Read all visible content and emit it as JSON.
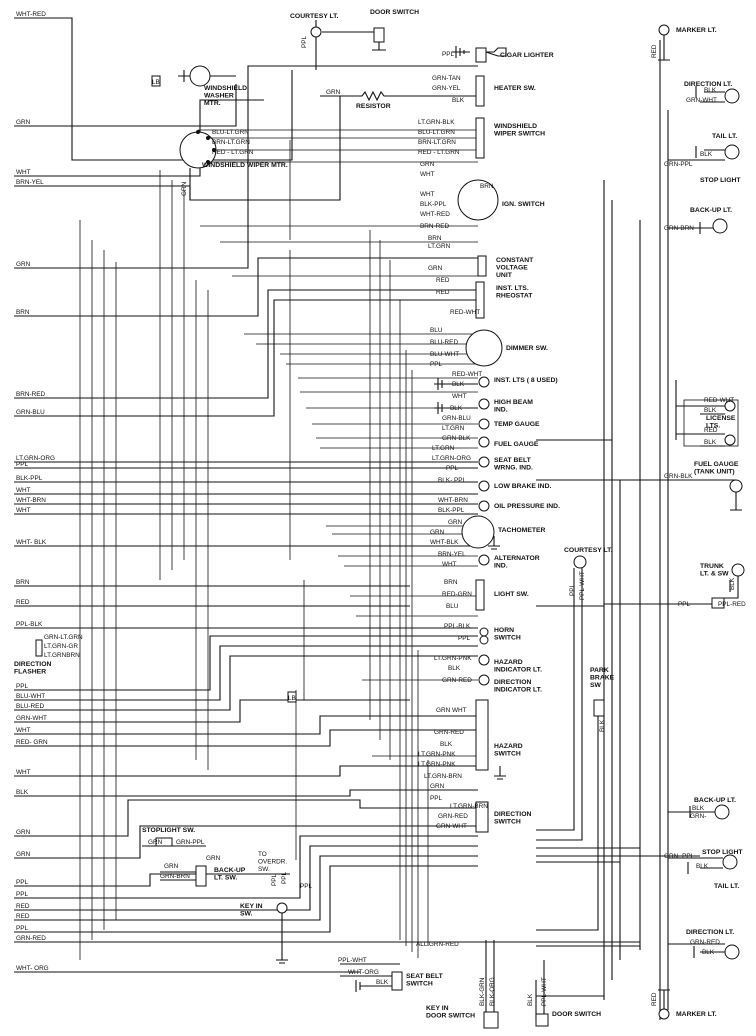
{
  "left_wires": [
    {
      "label": "WHT-RED",
      "id": "w-wht-red-top"
    },
    {
      "label": "GRN",
      "id": "w-grn-1"
    },
    {
      "label": "WHT",
      "id": "w-wht-1"
    },
    {
      "label": "BRN-YEL",
      "id": "w-brn-yel"
    },
    {
      "label": "GRN",
      "id": "w-grn-2"
    },
    {
      "label": "BRN",
      "id": "w-brn-1"
    },
    {
      "label": "BRN-RED",
      "id": "w-brn-red"
    },
    {
      "label": "GRN-BLU",
      "id": "w-grn-blu"
    },
    {
      "label": "LT.GRN-ORG",
      "id": "w-ltgrn-org"
    },
    {
      "label": "PPL",
      "id": "w-ppl-1"
    },
    {
      "label": "BLK-PPL",
      "id": "w-blk-ppl"
    },
    {
      "label": "WHT",
      "id": "w-wht-2"
    },
    {
      "label": "WHT-BRN",
      "id": "w-wht-brn"
    },
    {
      "label": "WHT",
      "id": "w-wht-3"
    },
    {
      "label": "WHT- BLK",
      "id": "w-wht-blk"
    },
    {
      "label": "BRN",
      "id": "w-brn-2"
    },
    {
      "label": "RED",
      "id": "w-red-1"
    },
    {
      "label": "PPL-BLK",
      "id": "w-ppl-blk"
    },
    {
      "label": "PPL",
      "id": "w-ppl-2"
    },
    {
      "label": "BLU-WHT",
      "id": "w-blu-wht"
    },
    {
      "label": "BLU-RED",
      "id": "w-blu-red"
    },
    {
      "label": "GRN-WHT",
      "id": "w-grn-wht"
    },
    {
      "label": "WHT",
      "id": "w-wht-4"
    },
    {
      "label": "RED- GRN",
      "id": "w-red-grn"
    },
    {
      "label": "WHT",
      "id": "w-wht-5"
    },
    {
      "label": "BLK",
      "id": "w-blk-1"
    },
    {
      "label": "GRN",
      "id": "w-grn-3"
    },
    {
      "label": "GRN",
      "id": "w-grn-4"
    },
    {
      "label": "PPL",
      "id": "w-ppl-3"
    },
    {
      "label": "PPL",
      "id": "w-ppl-4"
    },
    {
      "label": "RED",
      "id": "w-red-2"
    },
    {
      "label": "RED",
      "id": "w-red-3"
    },
    {
      "label": "PPL",
      "id": "w-ppl-5"
    },
    {
      "label": "GRN-RED",
      "id": "w-grn-red"
    },
    {
      "label": "WHT- ORG",
      "id": "w-wht-org"
    }
  ],
  "direction_flasher": {
    "label": "DIRECTION\nFLASHER",
    "wires": [
      "GRN-LT.GRN",
      "LT.GRN-GR",
      "LT.GRNBRN"
    ]
  },
  "center_components": [
    {
      "label": "CIGAR LIGHTER",
      "wires": [
        "PPL"
      ]
    },
    {
      "label": "HEATER SW.",
      "wires": [
        "GRN-TAN",
        "GRN-YEL",
        "BLK"
      ]
    },
    {
      "label": "WINDSHIELD\nWIPER SWITCH",
      "wires": [
        "LT.GRN-BLK",
        "BLU-LT.GRN",
        "BRN-LT.GRN",
        "RED - LT.GRN"
      ]
    },
    {
      "label": "IGN. SWITCH",
      "wires": [
        "GRN",
        "WHT",
        "WHT",
        "BLK-PPL",
        "WHT-RED",
        "BRN-RED",
        "BRN"
      ]
    },
    {
      "label": "CONSTANT\nVOLTAGE\nUNIT",
      "wires": [
        "BRN",
        "LT.GRN",
        "GRN"
      ]
    },
    {
      "label": "INST. LTS.\nRHEOSTAT",
      "wires": [
        "RED",
        "RED",
        "RED-WHT"
      ]
    },
    {
      "label": "DIMMER SW.",
      "wires": [
        "BLU",
        "BLU-RED",
        "BLU-WHT",
        "PPL"
      ]
    },
    {
      "label": "INST. LTS ( 8 USED)",
      "wires": [
        "RED-WHT",
        "BLK"
      ]
    },
    {
      "label": "HIGH BEAM\nIND.",
      "wires": [
        "WHT",
        "BLK"
      ]
    },
    {
      "label": "TEMP GAUGE",
      "wires": [
        "GRN-BLU",
        "LT.GRN"
      ]
    },
    {
      "label": "FUEL GAUGE",
      "wires": [
        "GRN-BLK",
        "LT.GRN"
      ]
    },
    {
      "label": "SEAT BELT\nWRNG. IND.",
      "wires": [
        "LT.GRN-ORG",
        "PPL"
      ]
    },
    {
      "label": "LOW BRAKE IND.",
      "wires": [
        "BLK- PPL"
      ]
    },
    {
      "label": "OIL PRESSURE IND.",
      "wires": [
        "WHT-BRN",
        "BLK-PPL"
      ]
    },
    {
      "label": "TACHOMETER",
      "wires": [
        "GRN",
        "GRN",
        "WHT-BLK"
      ]
    },
    {
      "label": "ALTERNATOR\nIND.",
      "wires": [
        "BRN-YEL",
        "WHT"
      ]
    },
    {
      "label": "LIGHT SW.",
      "wires": [
        "BRN",
        "RED-GRN",
        "BLU"
      ]
    },
    {
      "label": "HORN\nSWITCH",
      "wires": [
        "PPL-BLK",
        "PPL"
      ]
    },
    {
      "label": "HAZARD\nINDICATOR LT.",
      "wires": [
        "LT.GRN-PNK",
        "BLK"
      ]
    },
    {
      "label": "DIRECTION\nINDICATOR LT.",
      "wires": [
        "GRN-RED"
      ]
    },
    {
      "label": "HAZARD\nSWITCH",
      "wires": [
        "GRN WHT",
        "GRN-RED",
        "BLK",
        "LT.GRN-PNK",
        "LT.GRN-PNK",
        "LT.GRN-BRN",
        "GRN"
      ]
    },
    {
      "label": "DIRECTION\nSWITCH",
      "wires": [
        "PPL",
        "LT.GRN-BRN",
        "GRN-RED",
        "GRN-WHT"
      ]
    }
  ],
  "top_left": {
    "washer": {
      "label": "WINDSHIELD\nWASHER\nMTR.",
      "wire": "LB"
    },
    "wiper": {
      "label": "WINDSHIELD WIPER MTR.",
      "wire": "GRN"
    },
    "resistor": {
      "label": "RESISTOR",
      "wire": "GRN"
    },
    "courtesy": {
      "label": "COURTESY LT.",
      "wire": "PPL"
    },
    "door_switch": {
      "label": "DOOR SWITCH"
    }
  },
  "bottom_left": {
    "stoplight": {
      "label": "STOPLIGHT SW.",
      "wires": [
        "GRN",
        "GRN-PPL"
      ]
    },
    "backup": {
      "label": "BACK-UP\nLT. SW.",
      "wires": [
        "GRN",
        "GRN-BRN",
        "GRN"
      ]
    },
    "overdr": {
      "label": "TO\nOVERDR.\nSW."
    },
    "key_in": {
      "label": "KEY IN\nSW.",
      "wire": "PPL"
    },
    "seatbelt": {
      "label": "SEAT BELT\nSWITCH",
      "wires": [
        "PPL-WHT",
        "WHT-ORG",
        "BLK"
      ]
    },
    "keyin_door": {
      "label": "KEY IN\nDOOR SWITCH",
      "wires": [
        "BLK-GRN",
        "BLK-ORG"
      ]
    },
    "lb2": "LB",
    "ppl_a": "PPL",
    "ppl_b": "PPL",
    "all_grn_red": "ALL  GRN-RED"
  },
  "right_components": [
    {
      "label": "MARKER LT.",
      "wire": "RED"
    },
    {
      "label": "DIRECTION LT.",
      "wires": [
        "BLK",
        "GRN-WHT"
      ]
    },
    {
      "label": "TAIL LT.",
      "wires": [
        "BLK",
        "GRN-PPL"
      ]
    },
    {
      "label": "STOP LIGHT"
    },
    {
      "label": "BACK-UP LT.",
      "wires": [
        "GRN-BRN"
      ]
    },
    {
      "label": "LICENSE\nLTS.",
      "wires": [
        "RED-WHT",
        "BLK",
        "RED",
        "BLK"
      ]
    },
    {
      "label": "FUEL GAUGE\n(TANK UNIT)",
      "wires": [
        "GRN-BLK"
      ]
    },
    {
      "label": "TRUNK\nLT. & SW",
      "wires": [
        "BLK",
        "PPL",
        "PPL-RED"
      ]
    },
    {
      "label": "COURTESY LT.",
      "wires": [
        "PPL",
        "PPL-WHT"
      ]
    },
    {
      "label": "PARK\nBRAKE\nSW",
      "wires": [
        "BLK"
      ]
    },
    {
      "label": "BACK-UP LT.",
      "wires": [
        "BLK",
        "GRN-"
      ]
    },
    {
      "label": "STOP LIGHT",
      "wires": [
        "GRN- PPL",
        "BLK"
      ]
    },
    {
      "label": "TAIL LT."
    },
    {
      "label": "DIRECTION LT.",
      "wires": [
        "GRN-RED",
        "BLK"
      ]
    },
    {
      "label": "MARKER LT.",
      "wire": "RED"
    },
    {
      "label": "DOOR SWITCH",
      "wires": [
        "BLK",
        "PPL-WHT"
      ]
    }
  ]
}
